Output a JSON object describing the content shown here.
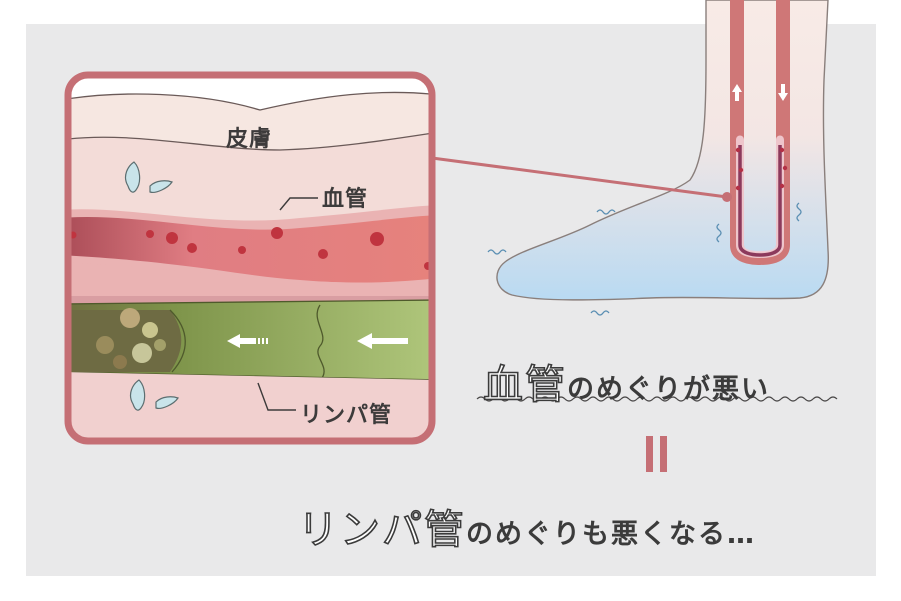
{
  "labels": {
    "skin": "皮膚",
    "blood_vessel": "血管",
    "lymph_vessel": "リンパ管"
  },
  "caption_top": {
    "highlight": "血管",
    "rest": "のめぐりが悪い"
  },
  "caption_bottom": {
    "highlight": "リンパ管",
    "rest": "のめぐりも悪くなる…"
  },
  "colors": {
    "panel_bg": "#e9e9ea",
    "frame": "#c56f75",
    "skin": "#f6e7e1",
    "dermis": "#ecc8c6",
    "blood": "#e27f7c",
    "blood_cells": "#c0343f",
    "lymph": "#9fb25e",
    "foot_blue": "#bcdcf2",
    "text": "#3b3b3b"
  },
  "icons": [
    "water-drop-icon",
    "flow-arrow-icon",
    "up-arrow-icon",
    "down-arrow-icon",
    "wavy-line-icon",
    "squiggle-icon"
  ]
}
